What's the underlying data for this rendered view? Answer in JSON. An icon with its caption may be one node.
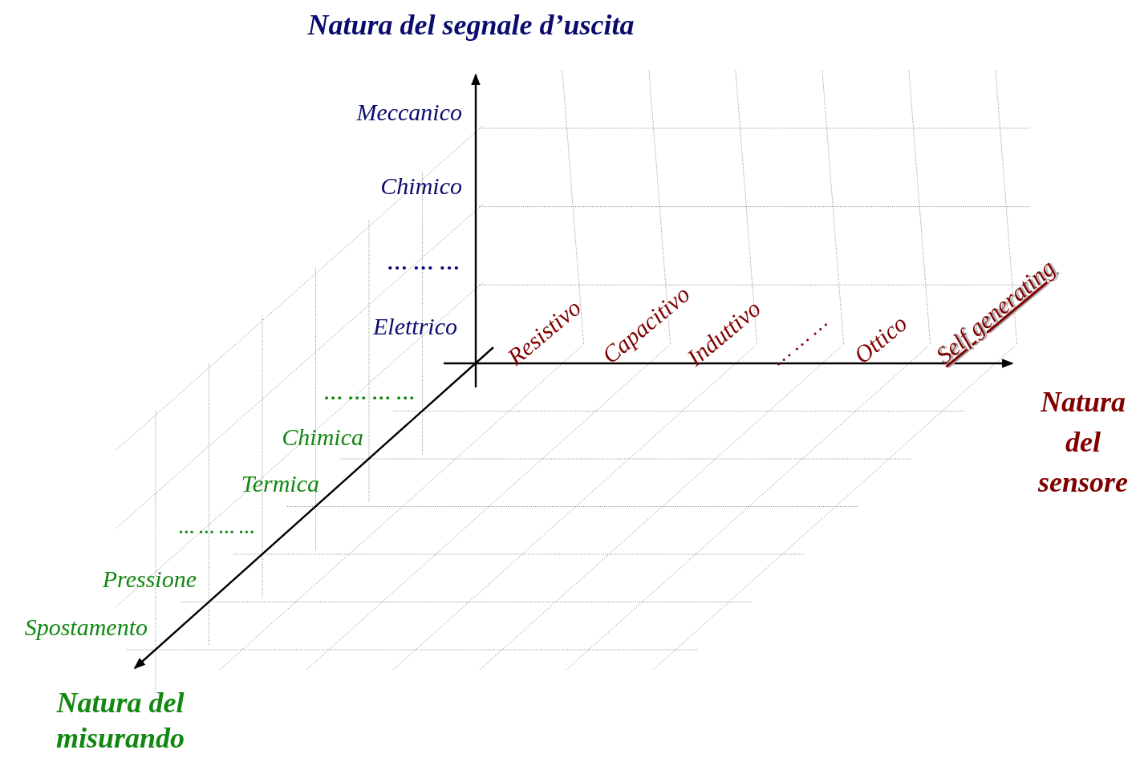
{
  "diagram": {
    "labels": [
      "Natura del segnale d’uscita",
      "Meccanico",
      "Chimico",
      "… … …",
      "Elettrico",
      "Resistivo",
      "Capacitivo",
      "Induttivo",
      "… … …",
      "Ottico",
      "Self generating",
      "… … … …",
      "Natura del sensore",
      "Chimica",
      "Termica",
      "… … … …",
      "Pressione",
      "Spostamento",
      "Natura del misurando"
    ]
  }
}
